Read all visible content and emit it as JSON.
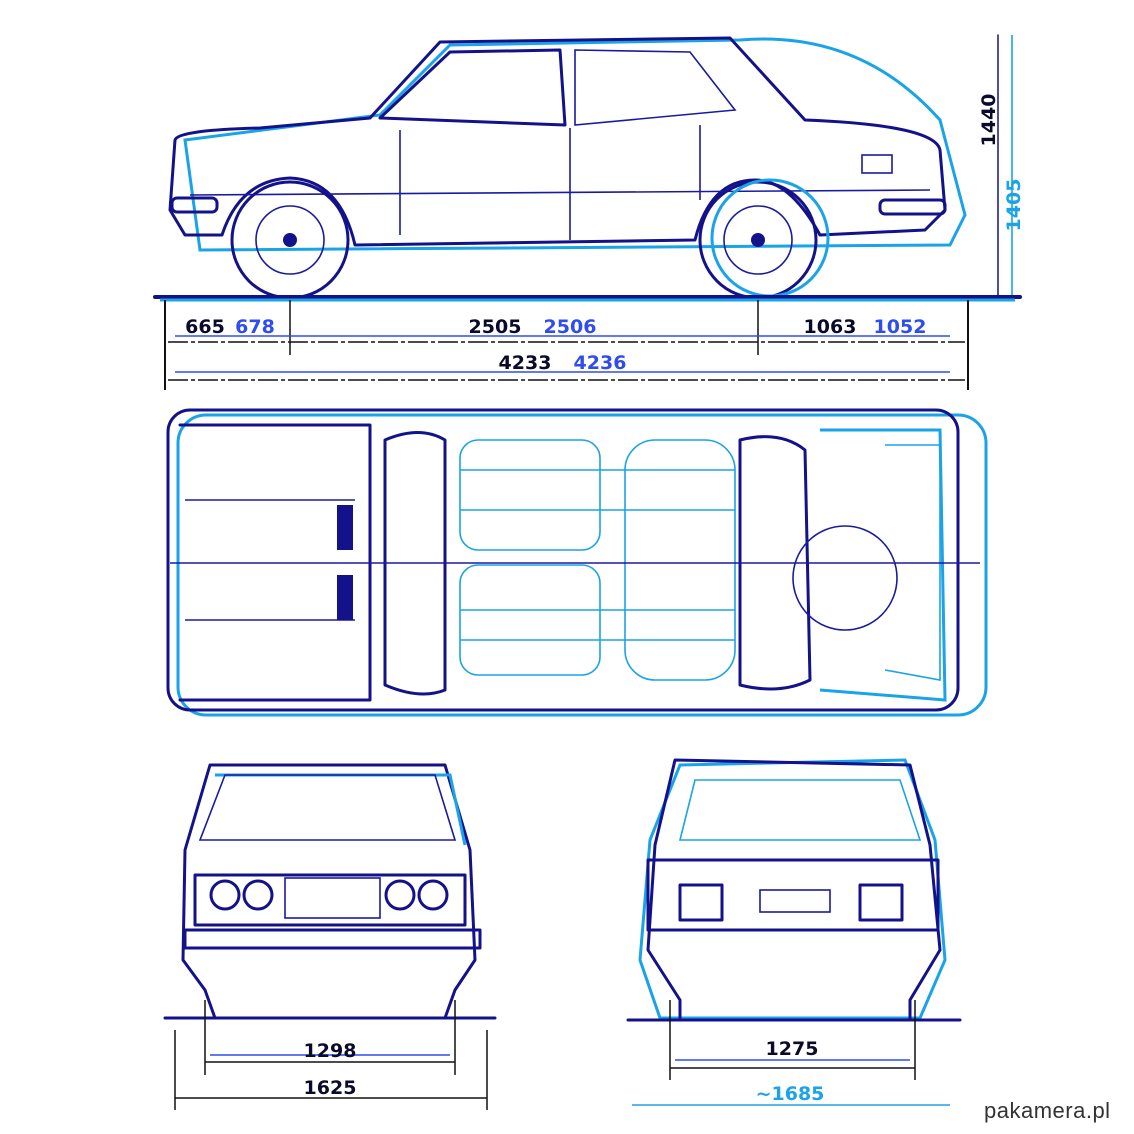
{
  "title": "Car blueprint – side, top, front and rear views",
  "side_view": {
    "front_overhang": "665",
    "front_overhang_alt": "678",
    "wheelbase": "2505",
    "wheelbase_alt": "2506",
    "rear_overhang": "1063",
    "rear_overhang_alt": "1052",
    "length": "4233",
    "length_alt": "4236",
    "height": "1440",
    "height_alt": "1405"
  },
  "front_view": {
    "track": "1298",
    "width": "1625"
  },
  "rear_view": {
    "track": "1275",
    "width": "~1685"
  },
  "watermark": "pakamera.pl",
  "colors": {
    "ink": "#14128a",
    "cyan": "#1aa3e8",
    "blue": "#2e4cf0"
  }
}
